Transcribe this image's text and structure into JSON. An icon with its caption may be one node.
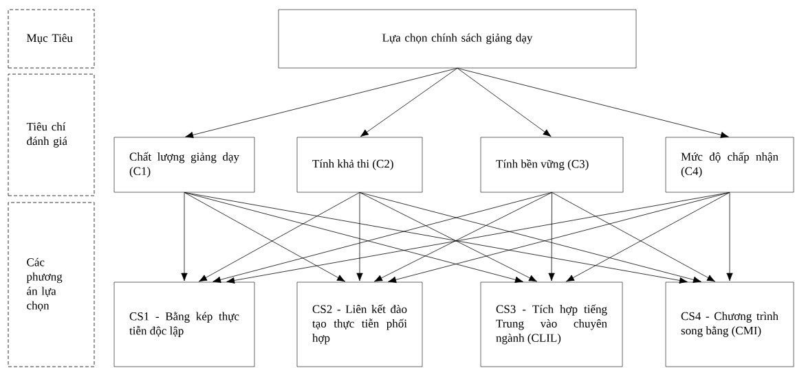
{
  "diagram": {
    "nodes": [
      {
        "text": [
          "Mục Tiêu"
        ]
      },
      {
        "text": [
          "Tiêu chí đánh giá"
        ]
      },
      {
        "text": [
          "Các phương án lựa chọn"
        ]
      },
      {
        "text": [
          "Lựa chọn chính sách giảng dạy"
        ]
      },
      {
        "text": [
          "Chất lượng giảng dạy (C1)"
        ]
      },
      {
        "text": [
          "Tính khả thi (C2)"
        ]
      },
      {
        "text": [
          "Tính bền vững (C3)"
        ]
      },
      {
        "text": [
          "Mức độ chấp nhận (C4)"
        ]
      },
      {
        "text": [
          "CS1 - Bằng kép thực tiễn độc lập"
        ]
      },
      {
        "text": [
          "CS2 - Liên kết đào tạo thực tiễn phối hợp"
        ]
      },
      {
        "text": [
          "CS3 - Tích hợp tiếng Trung vào chuyên ngành (CLIL)"
        ]
      },
      {
        "text": [
          "CS4 - Chương trình song bằng (CMI)"
        ]
      }
    ],
    "edges": [
      {
        "from": 3,
        "to": 4,
        "arrow": "to"
      },
      {
        "from": 3,
        "to": 5,
        "arrow": "to"
      },
      {
        "from": 3,
        "to": 6,
        "arrow": "to"
      },
      {
        "from": 3,
        "to": 7,
        "arrow": "to"
      },
      {
        "from": 4,
        "to": 8,
        "arrow": "to"
      },
      {
        "from": 4,
        "to": 9,
        "arrow": "to"
      },
      {
        "from": 4,
        "to": 10,
        "arrow": "to"
      },
      {
        "from": 4,
        "to": 11,
        "arrow": "to"
      },
      {
        "from": 5,
        "to": 8,
        "arrow": "to"
      },
      {
        "from": 5,
        "to": 9,
        "arrow": "to"
      },
      {
        "from": 5,
        "to": 10,
        "arrow": "to"
      },
      {
        "from": 5,
        "to": 11,
        "arrow": "to"
      },
      {
        "from": 6,
        "to": 8,
        "arrow": "to"
      },
      {
        "from": 6,
        "to": 9,
        "arrow": "to"
      },
      {
        "from": 6,
        "to": 10,
        "arrow": "to"
      },
      {
        "from": 6,
        "to": 11,
        "arrow": "to"
      },
      {
        "from": 7,
        "to": 8,
        "arrow": "to"
      },
      {
        "from": 7,
        "to": 9,
        "arrow": "to"
      },
      {
        "from": 7,
        "to": 10,
        "arrow": "to"
      },
      {
        "from": 7,
        "to": 11,
        "arrow": "to"
      }
    ]
  }
}
